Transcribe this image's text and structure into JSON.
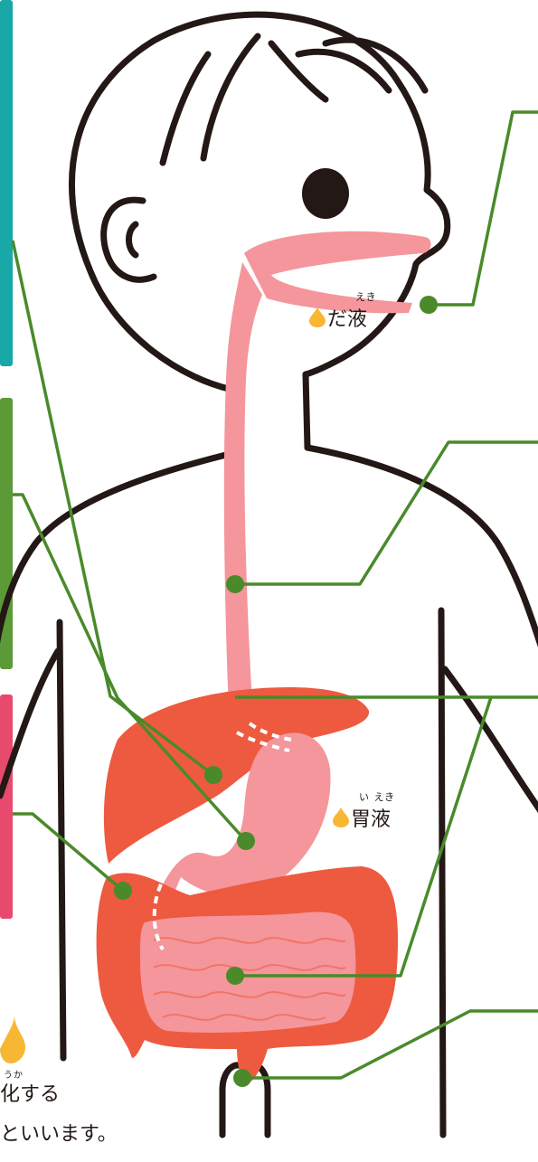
{
  "colors": {
    "outline": "#231815",
    "tract": "#f4969b",
    "organ": "#ee5a3f",
    "leader": "#4a8a2a",
    "teal_bar": "#17a8a7",
    "green_bar": "#5c9a37",
    "pink_bar": "#e84a6d",
    "drop": "#f7b733"
  },
  "labels": {
    "saliva": {
      "ruby": "えき",
      "text": "だ液",
      "icon": "drop-icon"
    },
    "gastric": {
      "ruby": "い えき",
      "text": "胃液",
      "icon": "drop-icon"
    }
  },
  "caption": {
    "ruby": "うか",
    "line1": "化する",
    "line2": "といいます。"
  }
}
